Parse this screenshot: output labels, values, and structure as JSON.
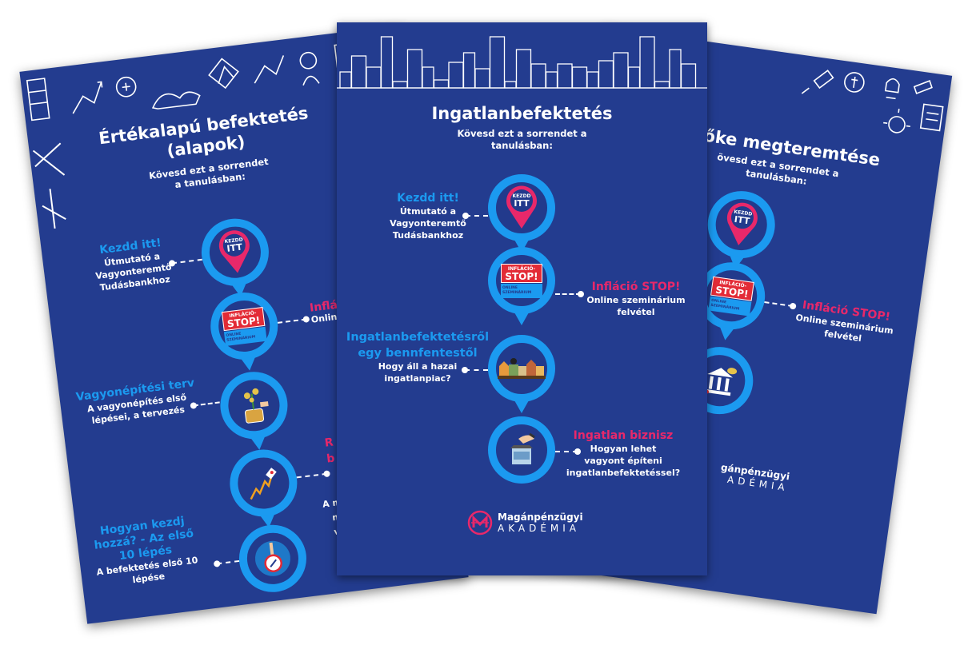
{
  "colors": {
    "poster_bg": "#233c8f",
    "ring": "#1b9af0",
    "accent_pink": "#e8286a",
    "accent_blue": "#1b9af0",
    "badge_red": "#e32b36"
  },
  "badges": {
    "kezdd": "KEZDD",
    "itt": "ITT",
    "inflacio": "INFLÁCIÓ-",
    "stop": "STOP!",
    "online": "ONLINE SZEMINÁRIUM"
  },
  "brand": {
    "line1": "Magánpénzügyi",
    "line2": "AKADÉMIA"
  },
  "left_poster": {
    "title_line1": "Értékalapú befektetés",
    "title_line2": "(alapok)",
    "subtitle_line1": "Kövesd ezt a sorrendet",
    "subtitle_line2": "a tanulásban:",
    "steps": [
      {
        "heading": "Kezdd itt!",
        "lines": [
          "Útmutató a",
          "Vagyonteremtő",
          "Tudásbankhoz"
        ],
        "icon": "start-pin-icon"
      },
      {
        "heading_fragment": "Inflá",
        "line_fragment": "Onlin",
        "icon": "inflation-stop-badge"
      },
      {
        "heading": "Vagyonépítési terv",
        "lines": [
          "A vagyonépítés első",
          "lépései, a tervezés"
        ],
        "icon": "money-plant-icon"
      },
      {
        "heading_fragments": [
          "R",
          "b"
        ],
        "line_fragments": [
          "A m",
          "n",
          "v"
        ],
        "icon": "rocket-chart-icon"
      },
      {
        "heading_lines": [
          "Hogyan kezdj",
          "hozzá? - Az első",
          "10 lépés"
        ],
        "lines": [
          "A befektetés első 10",
          "lépése"
        ],
        "icon": "compass-hand-icon"
      }
    ]
  },
  "center_poster": {
    "title": "Ingatlanbefektetés",
    "subtitle_line1": "Kövesd ezt a sorrendet a",
    "subtitle_line2": "tanulásban:",
    "steps": [
      {
        "heading": "Kezdd itt!",
        "lines": [
          "Útmutató a",
          "Vagyonteremtő",
          "Tudásbankhoz"
        ],
        "icon": "start-pin-icon"
      },
      {
        "heading": "Infláció STOP!",
        "lines": [
          "Online szeminárium",
          "felvétel"
        ],
        "icon": "inflation-stop-badge"
      },
      {
        "heading_lines": [
          "Ingatlanbefektetésről",
          "egy bennfentestől"
        ],
        "lines": [
          "Hogy áll a hazai",
          "ingatlanpiac?"
        ],
        "icon": "houses-street-icon"
      },
      {
        "heading": "Ingatlan biznisz",
        "lines": [
          "Hogyan lehet",
          "vagyont építeni",
          "ingatlanbefektetéssel?"
        ],
        "icon": "hand-house-icon"
      }
    ]
  },
  "right_poster": {
    "title_fragment": "őke megteremtése",
    "subtitle_line1": "övesd ezt a sorrendet a",
    "subtitle_line2": "tanulásban:",
    "steps": [
      {
        "icon": "start-pin-icon"
      },
      {
        "heading": "Infláció STOP!",
        "lines": [
          "Online szeminárium",
          "felvétel"
        ],
        "icon": "inflation-stop-badge"
      },
      {
        "icon": "bank-icon"
      }
    ],
    "brand_fragment_line1": "gánpénzügyi",
    "brand_fragment_line2": "ADÉMIA"
  }
}
